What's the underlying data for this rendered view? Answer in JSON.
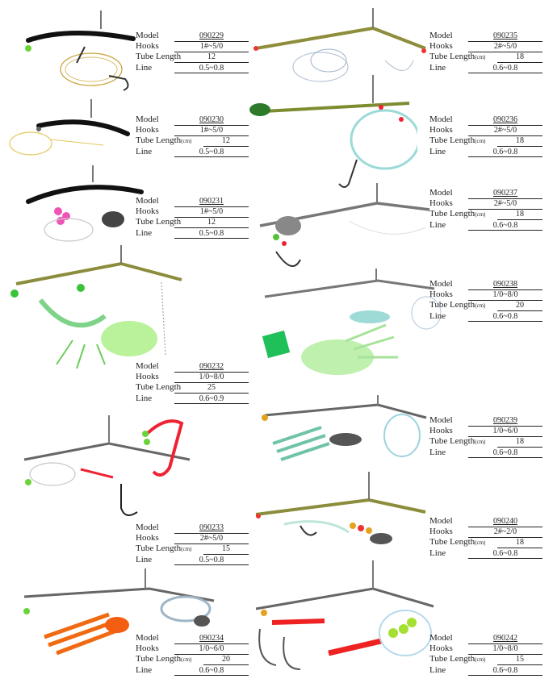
{
  "labels": {
    "model": "Model",
    "hooks": "Hooks",
    "tube": "Tube Length",
    "tube_unit": "(cm)",
    "line": "Line"
  },
  "products": [
    {
      "model": "090229",
      "hooks": "1#~5/0",
      "tube": "12",
      "line": "0.5~0.8"
    },
    {
      "model": "090235",
      "hooks": "2#~5/0",
      "tube": "18",
      "line": "0.6~0.8"
    },
    {
      "model": "090230",
      "hooks": "1#~5/0",
      "tube": "12",
      "line": "0.5~0.8"
    },
    {
      "model": "090236",
      "hooks": "2#~5/0",
      "tube": "18",
      "line": "0.6~0.8"
    },
    {
      "model": "090231",
      "hooks": "1#~5/0",
      "tube": "12",
      "line": "0.5~0.8"
    },
    {
      "model": "090237",
      "hooks": "2#~5/0",
      "tube": "18",
      "line": "0.6~0.8"
    },
    {
      "model": "090238",
      "hooks": "1/0~8/0",
      "tube": "20",
      "line": "0.6~0.8"
    },
    {
      "model": "090232",
      "hooks": "1/0~8/0",
      "tube": "25",
      "line": "0.6~0.9"
    },
    {
      "model": "090239",
      "hooks": "1/0~6/0",
      "tube": "18",
      "line": "0.6~0.8"
    },
    {
      "model": "090233",
      "hooks": "2#~5/0",
      "tube": "15",
      "line": "0.5~0.8"
    },
    {
      "model": "090240",
      "hooks": "2#~2/0",
      "tube": "18",
      "line": "0.6~0.8"
    },
    {
      "model": "090234",
      "hooks": "1/0~6/0",
      "tube": "20",
      "line": "0.6~0.8"
    },
    {
      "model": "090242",
      "hooks": "1/0~8/0",
      "tube": "15",
      "line": "0.6~0.8"
    }
  ]
}
